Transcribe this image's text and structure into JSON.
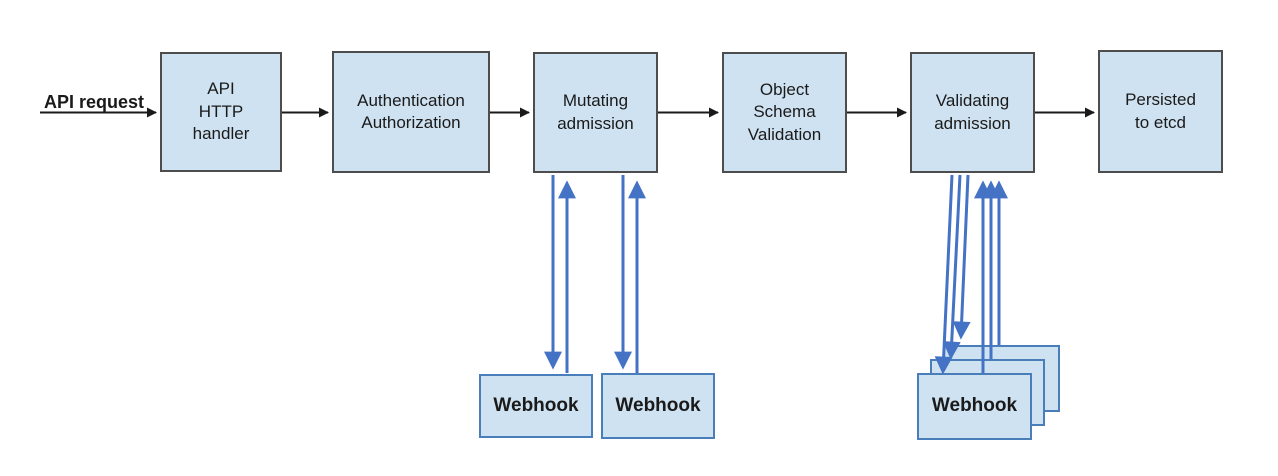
{
  "colors": {
    "box-fill": "#cfe2f1",
    "box-border": "#4d4d4d",
    "webhook-border": "#4a7ebb",
    "arrow-blue": "#4472c4",
    "ink": "#1a1a1a"
  },
  "api_request": {
    "label": "API request"
  },
  "nodes": {
    "api_http_handler": {
      "label": "API\nHTTP\nhandler"
    },
    "authentication_authorization": {
      "label": "Authentication\nAuthorization"
    },
    "mutating_admission": {
      "label": "Mutating\nadmission"
    },
    "object_schema_validation": {
      "label": "Object\nSchema\nValidation"
    },
    "validating_admission": {
      "label": "Validating\nadmission"
    },
    "persisted_to_etcd": {
      "label": "Persisted\nto etcd"
    }
  },
  "webhooks": {
    "mutating": [
      "Webhook",
      "Webhook"
    ],
    "validating": [
      "Webhook",
      "Webhook",
      "Webhook"
    ]
  }
}
